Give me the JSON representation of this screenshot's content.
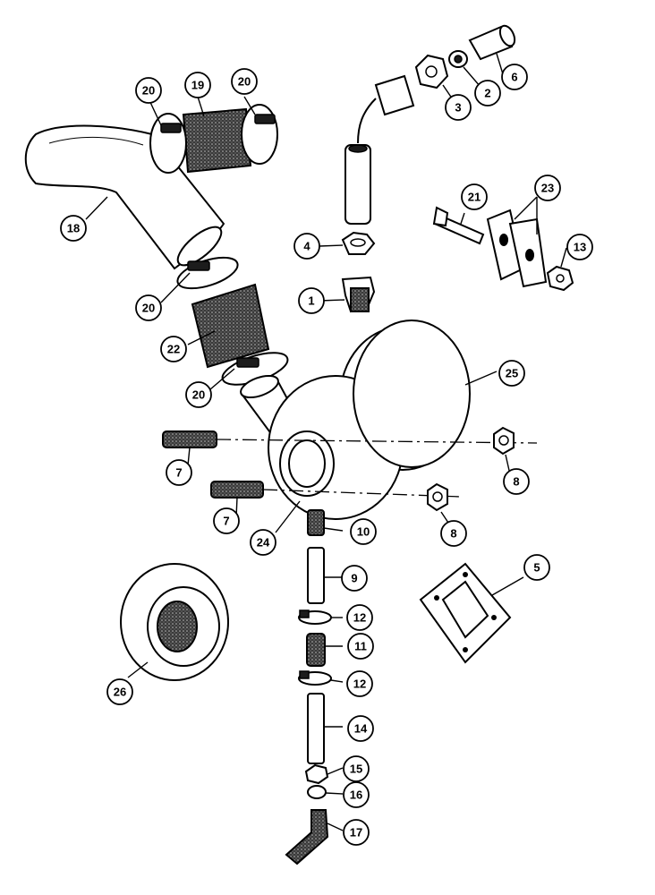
{
  "callouts": [
    {
      "label": "1"
    },
    {
      "label": "2"
    },
    {
      "label": "3"
    },
    {
      "label": "4"
    },
    {
      "label": "5"
    },
    {
      "label": "6"
    },
    {
      "label": "7"
    },
    {
      "label": "7"
    },
    {
      "label": "8"
    },
    {
      "label": "8"
    },
    {
      "label": "9"
    },
    {
      "label": "10"
    },
    {
      "label": "11"
    },
    {
      "label": "12"
    },
    {
      "label": "12"
    },
    {
      "label": "13"
    },
    {
      "label": "14"
    },
    {
      "label": "15"
    },
    {
      "label": "16"
    },
    {
      "label": "17"
    },
    {
      "label": "18"
    },
    {
      "label": "19"
    },
    {
      "label": "20"
    },
    {
      "label": "20"
    },
    {
      "label": "20"
    },
    {
      "label": "20"
    },
    {
      "label": "21"
    },
    {
      "label": "22"
    },
    {
      "label": "23"
    },
    {
      "label": "24"
    },
    {
      "label": "25"
    },
    {
      "label": "26"
    }
  ]
}
